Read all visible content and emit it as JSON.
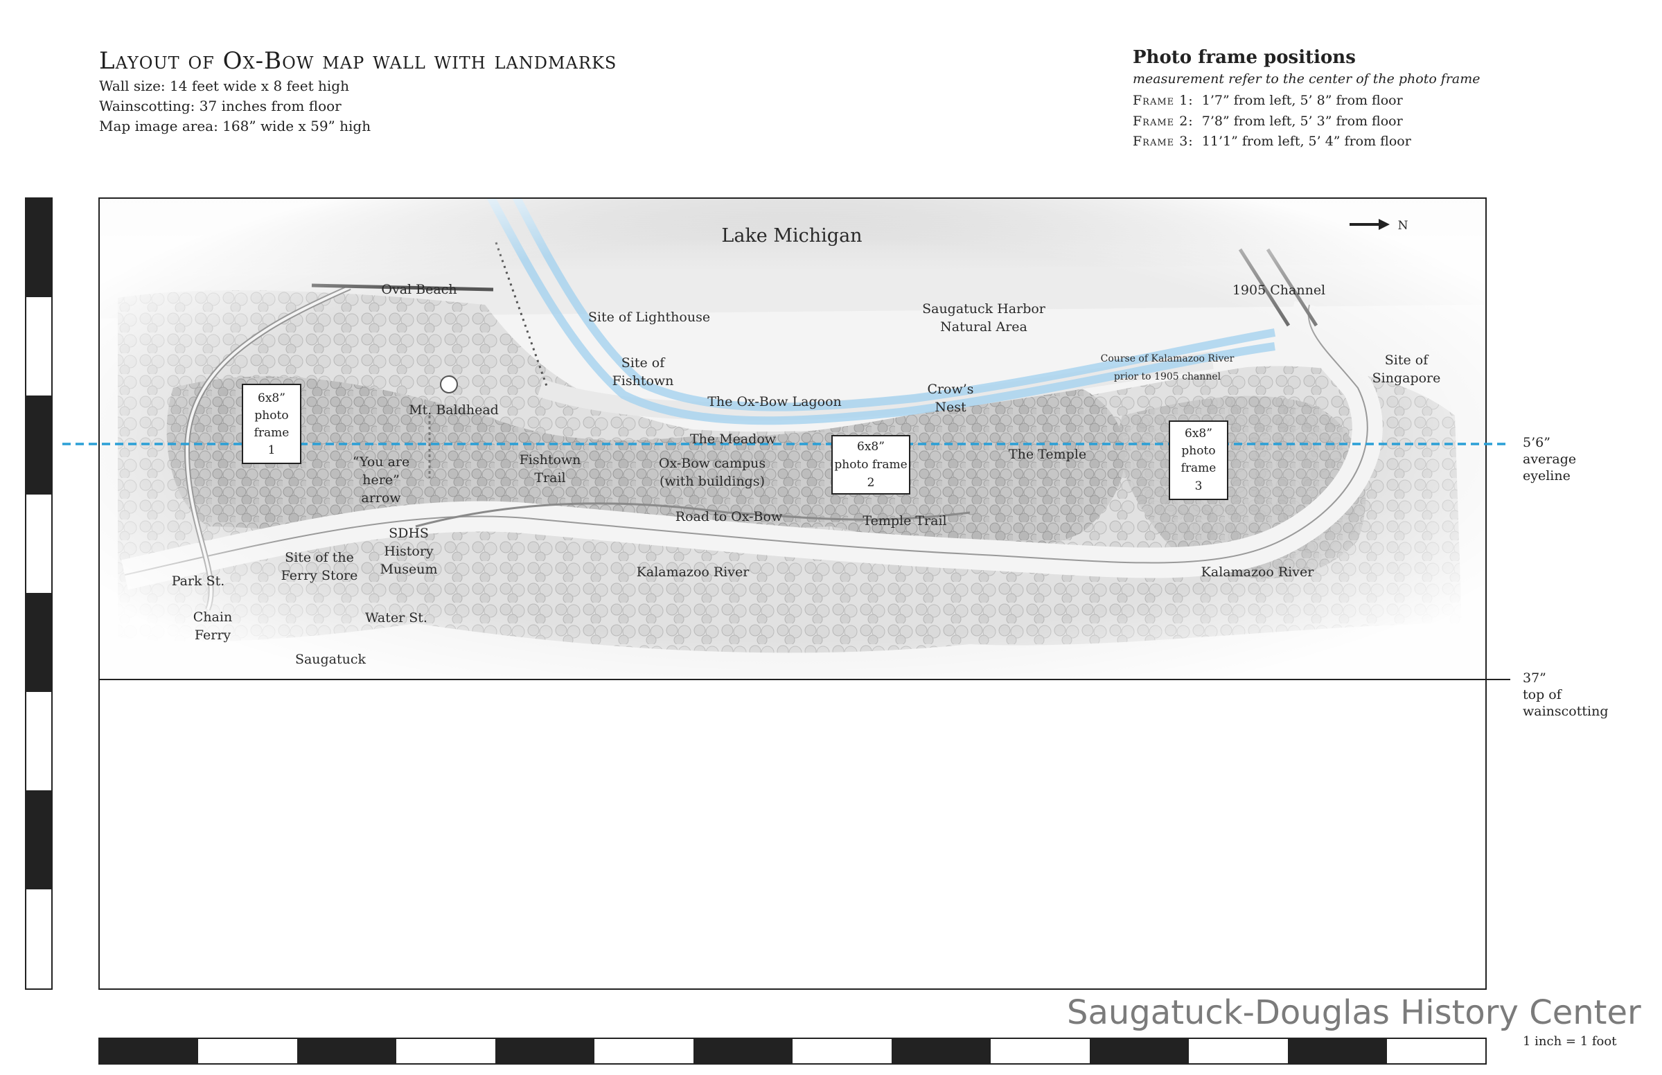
{
  "header": {
    "title": "Layout of Ox-Bow map wall with landmarks",
    "specs": [
      "Wall size: 14 feet wide x 8 feet high",
      "Wainscotting: 37 inches from floor",
      "Map image area: 168” wide x 59” high"
    ]
  },
  "photo_frames": {
    "heading": "Photo frame positions",
    "subheading": "measurement refer to the center of the photo frame",
    "items": [
      {
        "label": "Frame 1:",
        "value": "1’7” from left, 5’ 8” from floor"
      },
      {
        "label": "Frame 2:",
        "value": "7’8” from left, 5’ 3” from floor"
      },
      {
        "label": "Frame 3:",
        "value": "11’1” from left, 5’ 4” from floor"
      }
    ]
  },
  "map": {
    "compass": "N",
    "labels": {
      "lake": "Lake Michigan",
      "oval_beach": "Oval Beach",
      "lighthouse": "Site of Lighthouse",
      "fishtown": [
        "Site of",
        "Fishtown"
      ],
      "harbor": [
        "Saugatuck Harbor",
        "Natural Area"
      ],
      "channel": "1905 Channel",
      "course": [
        "Course of Kalamazoo River",
        "prior to 1905 channel"
      ],
      "singapore": [
        "Site of",
        "Singapore"
      ],
      "baldhead": "Mt. Baldhead",
      "lagoon": "The Ox-Bow Lagoon",
      "crows": [
        "Crow’s",
        "Nest"
      ],
      "meadow": "The Meadow",
      "you_are_here": [
        "“You are",
        "here”",
        "arrow"
      ],
      "fishtown_trail": [
        "Fishtown",
        "Trail"
      ],
      "campus": [
        "Ox-Bow campus",
        "(with buildings)"
      ],
      "temple": "The Temple",
      "road": "Road to Ox-Bow",
      "temple_trail": "Temple Trail",
      "sdhs": [
        "SDHS",
        "History",
        "Museum"
      ],
      "ferry_store": [
        "Site of the",
        "Ferry Store"
      ],
      "park": "Park St.",
      "chain_ferry": [
        "Chain",
        "Ferry"
      ],
      "water": "Water St.",
      "saugatuck": "Saugatuck",
      "river1": "Kalamazoo River",
      "river2": "Kalamazoo River"
    },
    "frames": [
      {
        "lines": [
          "6x8”",
          "photo",
          "frame",
          "1"
        ]
      },
      {
        "lines": [
          "6x8”",
          "photo frame",
          "2"
        ]
      },
      {
        "lines": [
          "6x8”",
          "photo",
          "frame",
          "3"
        ]
      }
    ]
  },
  "annotations": {
    "eyeline": [
      "5’6”",
      "average",
      "eyeline"
    ],
    "wainscot": [
      "37”",
      "top of",
      "wainscotting"
    ]
  },
  "footer": {
    "brand": "Saugatuck-Douglas History Center",
    "scale": "1 inch = 1 foot"
  },
  "colors": {
    "eyeline": "#2a9fd6",
    "old_river_course": "#a9d4ef",
    "frame_border": "#222222"
  }
}
